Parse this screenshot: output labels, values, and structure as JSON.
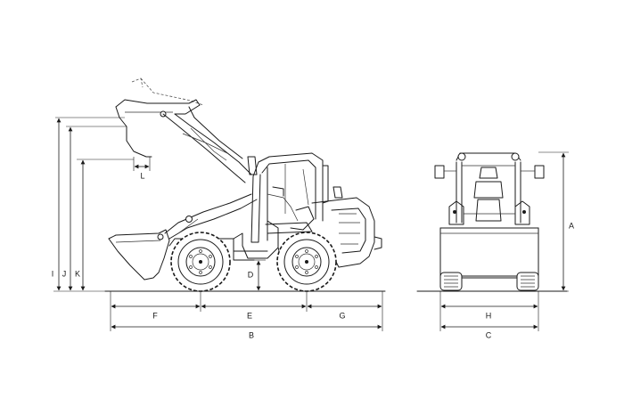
{
  "dimensions": {
    "A": "A",
    "B": "B",
    "C": "C",
    "D": "D",
    "E": "E",
    "F": "F",
    "G": "G",
    "H": "H",
    "I": "I",
    "J": "J",
    "K": "K",
    "L": "L"
  },
  "colors": {
    "line": "#1a1a1a",
    "background": "#ffffff"
  }
}
